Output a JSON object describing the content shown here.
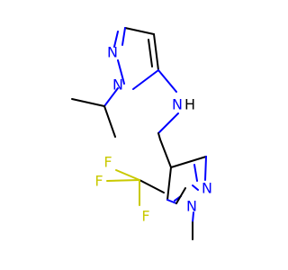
{
  "molecule": {
    "atoms": {
      "n1_top": "N",
      "n2_top": "N",
      "nh_n": "N",
      "nh_h": "H",
      "n_bottom_a": "N",
      "n_bottom_b": "N",
      "f1": "F",
      "f2": "F",
      "f3": "F"
    },
    "colors": {
      "nitrogen": "#0000ff",
      "fluorine": "#c9c900",
      "carbon": "#000000"
    }
  }
}
